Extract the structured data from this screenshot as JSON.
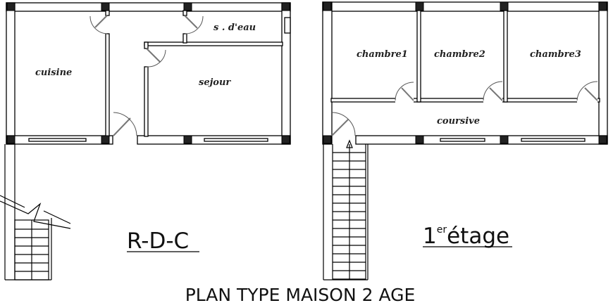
{
  "title": "PLAN TYPE MAISON 2  AGE",
  "ground_floor": {
    "label": "R-D-C",
    "rooms": [
      "cuisine",
      "sejour",
      "s . d'eau"
    ]
  },
  "first_floor": {
    "label_number": "1",
    "label_sup": "er",
    "label_text": "étage",
    "rooms": [
      "chambre1",
      "chambre2",
      "chambre3",
      "coursive"
    ]
  }
}
